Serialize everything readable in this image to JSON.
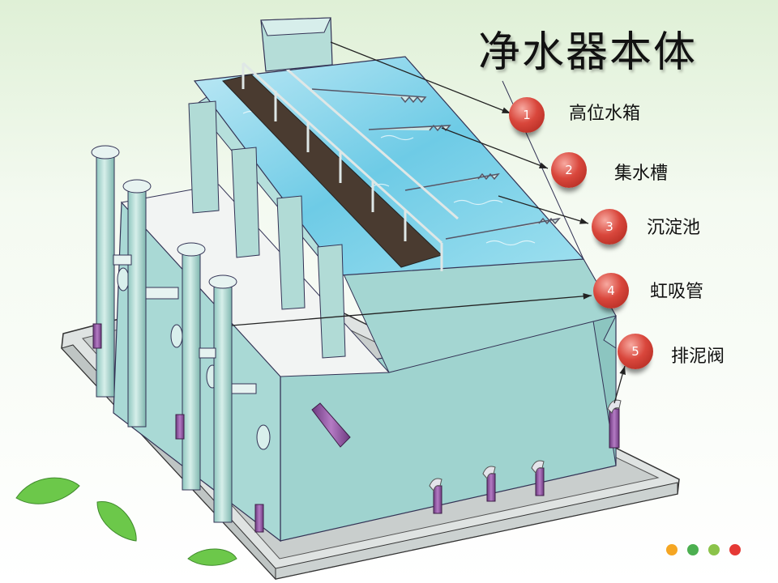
{
  "title": "净水器本体",
  "callouts": [
    {
      "number": "1",
      "label": "高位水箱"
    },
    {
      "number": "2",
      "label": "集水槽"
    },
    {
      "number": "3",
      "label": "沉淀池"
    },
    {
      "number": "4",
      "label": "虹吸管"
    },
    {
      "number": "5",
      "label": "排泥阀"
    }
  ],
  "colors": {
    "badge": "#d9473c",
    "tank_body": "#9fd3cf",
    "water": "#6ecbe6",
    "pipe": "#8e4f9b",
    "leaf": "#6cc84a",
    "dots": [
      "#f5a623",
      "#4caf50",
      "#8bc34a",
      "#e53935"
    ]
  }
}
